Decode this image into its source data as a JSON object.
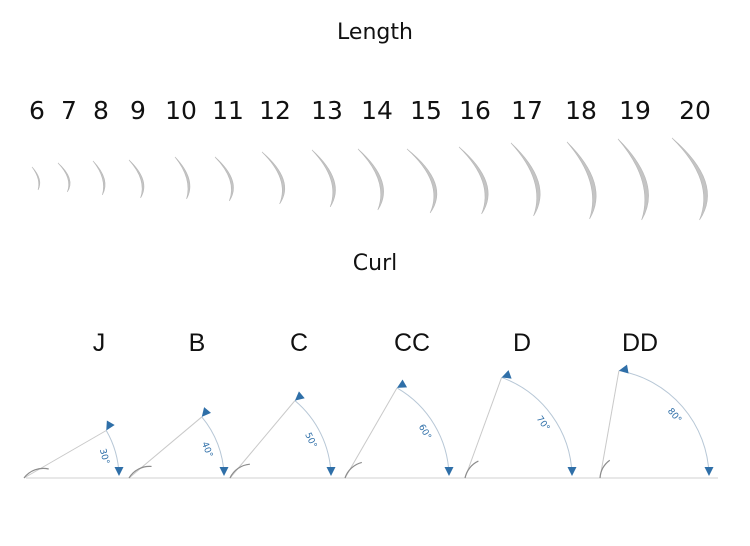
{
  "length": {
    "title": "Length",
    "values": [
      "6",
      "7",
      "8",
      "9",
      "10",
      "11",
      "12",
      "13",
      "14",
      "15",
      "16",
      "17",
      "18",
      "19",
      "20"
    ]
  },
  "curl": {
    "title": "Curl",
    "types": [
      {
        "label": "J",
        "angle": "30°",
        "degrees": 30
      },
      {
        "label": "B",
        "angle": "40°",
        "degrees": 40
      },
      {
        "label": "C",
        "angle": "50°",
        "degrees": 50
      },
      {
        "label": "CC",
        "angle": "60°",
        "degrees": 60
      },
      {
        "label": "D",
        "angle": "70°",
        "degrees": 70
      },
      {
        "label": "DD",
        "angle": "80°",
        "degrees": 80
      }
    ]
  },
  "colors": {
    "text": "#111111",
    "lash": "#bdbdbd",
    "guide": "#c9c9c9",
    "arrow": "#2f6fa8"
  }
}
